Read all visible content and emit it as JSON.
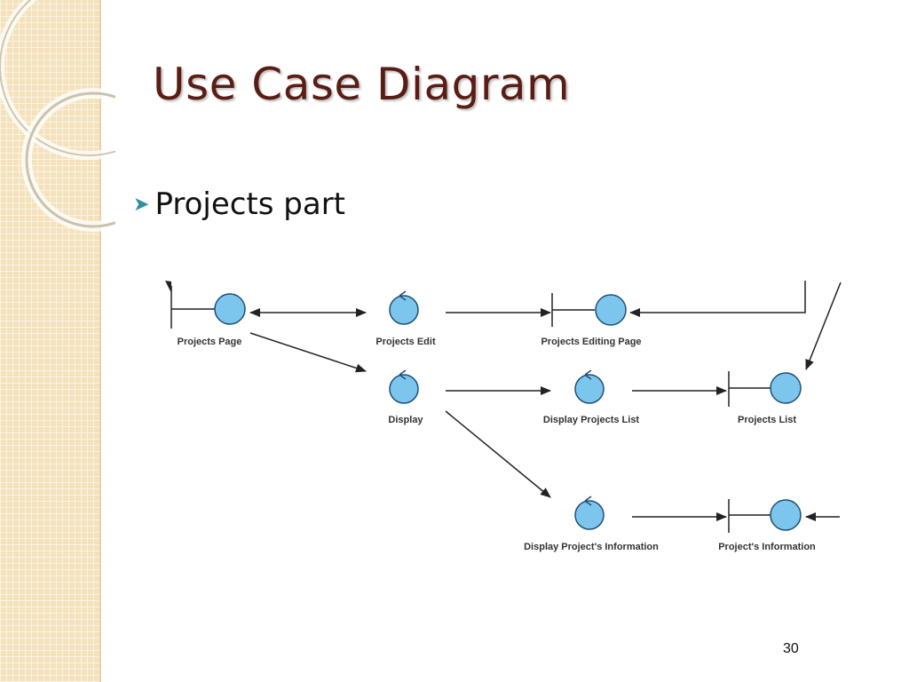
{
  "slide": {
    "title": "Use Case Diagram",
    "bullet": "Projects part",
    "page_number": "30"
  },
  "diagram": {
    "nodes": [
      {
        "id": "projects_page",
        "kind": "boundary",
        "label": "Projects Page"
      },
      {
        "id": "projects_edit",
        "kind": "control",
        "label": "Projects Edit"
      },
      {
        "id": "projects_editing_page",
        "kind": "boundary",
        "label": "Projects Editing Page"
      },
      {
        "id": "display",
        "kind": "control",
        "label": "Display"
      },
      {
        "id": "display_projects_list",
        "kind": "control",
        "label": "Display Projects List"
      },
      {
        "id": "projects_list",
        "kind": "boundary",
        "label": "Projects List"
      },
      {
        "id": "display_project_information",
        "kind": "control",
        "label": "Display Project's Information"
      },
      {
        "id": "project_information",
        "kind": "boundary",
        "label": "Project's Information"
      }
    ],
    "edges": [
      {
        "from": "projects_page",
        "to": "projects_edit",
        "bidirectional": true
      },
      {
        "from": "projects_edit",
        "to": "projects_editing_page"
      },
      {
        "from": "projects_page",
        "to": "display"
      },
      {
        "from": "display",
        "to": "display_projects_list"
      },
      {
        "from": "display_projects_list",
        "to": "projects_list"
      },
      {
        "from": "display",
        "to": "display_project_information"
      },
      {
        "from": "display_project_information",
        "to": "project_information"
      }
    ],
    "colors": {
      "node_fill": "#7cc6ee",
      "node_stroke": "#1f4f75",
      "line": "#222222"
    }
  }
}
